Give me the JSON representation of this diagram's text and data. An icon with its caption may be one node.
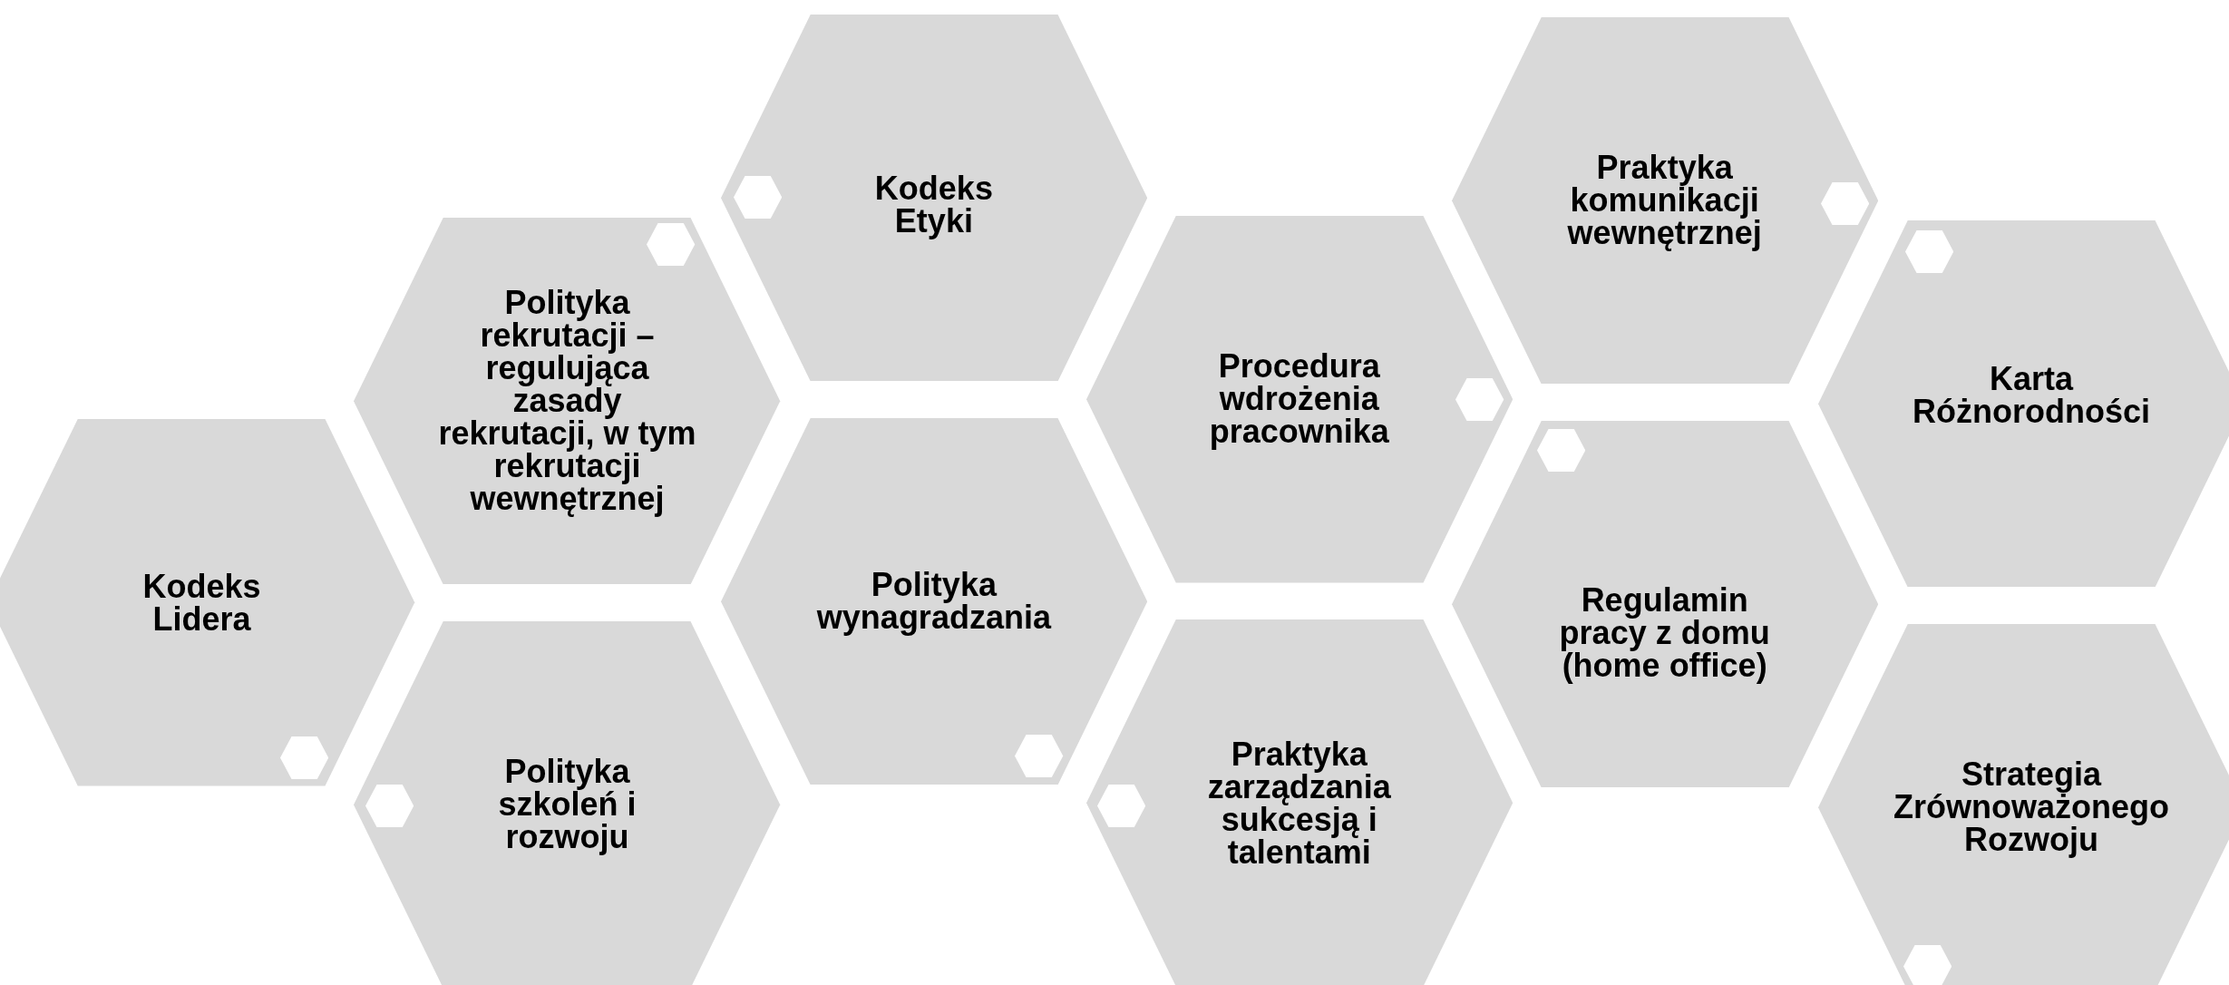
{
  "diagram": {
    "nodes": [
      {
        "text": [
          "Kodeks Lidera"
        ]
      },
      {
        "text": [
          "Polityka rekrutacji – regulująca zasady rekrutacji, w tym rekrutacji wewnętrznej"
        ]
      },
      {
        "text": [
          "Polityka szkoleń i rozwoju"
        ]
      },
      {
        "text": [
          "Kodeks Etyki"
        ]
      },
      {
        "text": [
          "Polityka wynagradzania"
        ]
      },
      {
        "text": [
          "Procedura wdrożenia pracownika"
        ]
      },
      {
        "text": [
          "Praktyka zarządzania sukcesją i talentami"
        ]
      },
      {
        "text": [
          "Praktyka komunikacji wewnętrznej"
        ]
      },
      {
        "text": [
          "Regulamin pracy z domu (home office)"
        ]
      },
      {
        "text": [
          "Karta Różnorodności"
        ]
      },
      {
        "text": [
          "Strategia Zrównoważonego Rozwoju"
        ]
      }
    ]
  }
}
